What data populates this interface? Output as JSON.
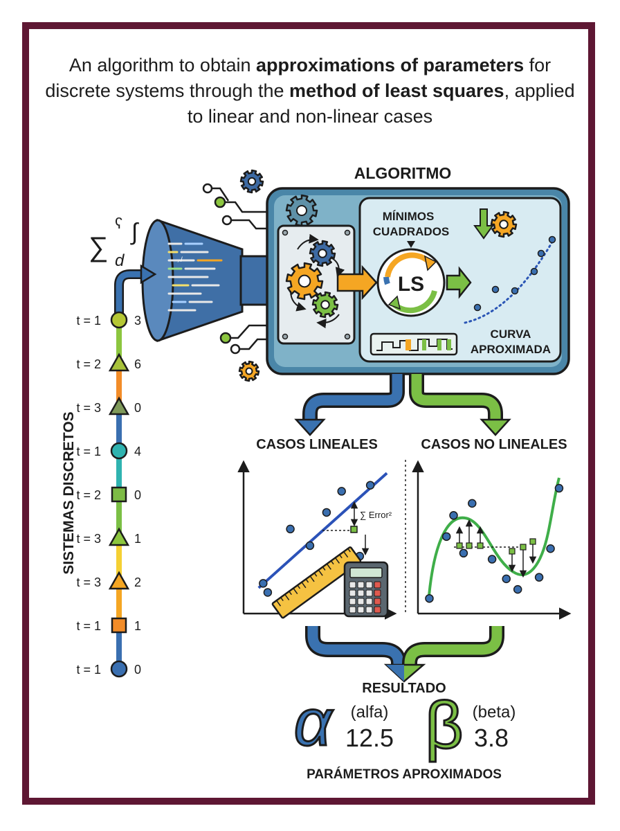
{
  "title": {
    "part1": "An algorithm to obtain ",
    "bold1": "approximations of parameters",
    "part2": " for discrete systems through the ",
    "bold2": "method of least squares",
    "part3": ", applied to linear and non-linear cases"
  },
  "algorithm": {
    "heading": "ALGORITMO",
    "method_line1": "MÍNIMOS",
    "method_line2": "CUADRADOS",
    "method_badge": "LS",
    "curve_line1": "CURVA",
    "curve_line2": "APROXIMADA",
    "code_glyph": "⸝/"
  },
  "math_symbols": {
    "sigma": "∑",
    "sub": "d",
    "integral": "∫",
    "hook": "ʕ"
  },
  "discrete_systems": {
    "label": "SISTEMAS DISCRETOS",
    "samples": [
      {
        "t": "t = 1",
        "value": "3",
        "shape": "circle",
        "color": "#b5c734"
      },
      {
        "t": "t = 2",
        "value": "6",
        "shape": "triangle",
        "color": "#a8c23a"
      },
      {
        "t": "t = 3",
        "value": "0",
        "shape": "triangle",
        "color": "#7f9a5a"
      },
      {
        "t": "t = 1",
        "value": "4",
        "shape": "circle",
        "color": "#2fb3b0"
      },
      {
        "t": "t = 2",
        "value": "0",
        "shape": "square",
        "color": "#7dbb45"
      },
      {
        "t": "t = 3",
        "value": "1",
        "shape": "triangle",
        "color": "#8cc63f"
      },
      {
        "t": "t = 3",
        "value": "2",
        "shape": "triangle",
        "color": "#f5a623"
      },
      {
        "t": "t = 1",
        "value": "1",
        "shape": "square",
        "color": "#f28c28"
      },
      {
        "t": "t = 1",
        "value": "0",
        "shape": "circle",
        "color": "#3a6fb0"
      }
    ]
  },
  "linear_case": {
    "heading": "CASOS LINEALES",
    "error_label": "∑ Error²",
    "points": [
      [
        0.13,
        0.8
      ],
      [
        0.16,
        0.86
      ],
      [
        0.31,
        0.44
      ],
      [
        0.44,
        0.55
      ],
      [
        0.55,
        0.33
      ],
      [
        0.65,
        0.19
      ],
      [
        0.77,
        0.62
      ],
      [
        0.84,
        0.15
      ]
    ],
    "fit_line": [
      [
        0.1,
        0.83
      ],
      [
        0.95,
        0.07
      ]
    ]
  },
  "nonlinear_case": {
    "heading": "CASOS NO LINEALES",
    "points": [
      [
        0.08,
        0.9
      ],
      [
        0.2,
        0.49
      ],
      [
        0.25,
        0.35
      ],
      [
        0.32,
        0.6
      ],
      [
        0.38,
        0.27
      ],
      [
        0.52,
        0.64
      ],
      [
        0.62,
        0.77
      ],
      [
        0.7,
        0.84
      ],
      [
        0.85,
        0.76
      ],
      [
        0.93,
        0.57
      ],
      [
        0.99,
        0.17
      ]
    ]
  },
  "result": {
    "heading": "RESULTADO",
    "alpha_symbol": "α",
    "alpha_name": "(alfa)",
    "alpha_value": "12.5",
    "beta_symbol": "β",
    "beta_name": "(beta)",
    "beta_value": "3.8",
    "footer": "PARÁMETROS APROXIMADOS"
  },
  "colors": {
    "frame": "#5e1733",
    "blue": "#3a72b0",
    "green": "#7bbf45",
    "orange": "#f5a623",
    "panel": "#cfe6ee",
    "gear_blue": "#3d6aa3",
    "gear_orange": "#f5a623",
    "gear_green": "#7bbf45"
  }
}
